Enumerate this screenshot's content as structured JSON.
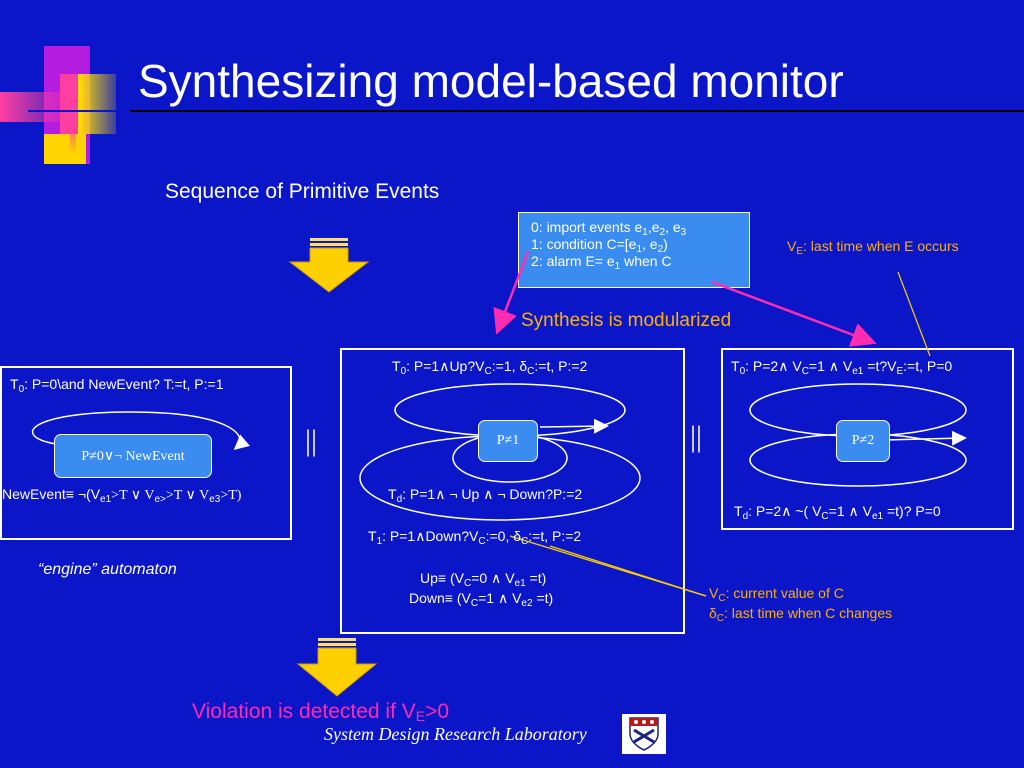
{
  "title": "Synthesizing model-based monitor",
  "subtitle": "Sequence of Primitive Events",
  "definition_box": {
    "line0_prefix": "0: import events e",
    "line0_sub1": "1",
    "line0_mid1": ",e",
    "line0_sub2": "2",
    "line0_mid2": ", e",
    "line0_sub3": "3",
    "line1_prefix": "1: condition C=[e",
    "line1_sub1": "1",
    "line1_mid": ", e",
    "line1_sub2": "2",
    "line1_suffix": ")",
    "line2_prefix": "2: alarm E= e",
    "line2_sub": "1",
    "line2_suffix": " when C"
  },
  "ve_note": {
    "prefix": "V",
    "sub": "E",
    "suffix": ": last time when E occurs"
  },
  "synthesis_note": "Synthesis is modularized",
  "engine": {
    "t0_prefix": "T",
    "t0_sub": "0",
    "t0_text": ": P=0\\and NewEvent? T:=t, P:=1",
    "state_label": "P≠0∨¬ NewEvent",
    "newevent_prefix": "NewEvent≡ ¬(V",
    "newevent_sub1": "e1",
    "newevent_mid1": ">T ∨ V",
    "newevent_sub2": "e>",
    "newevent_mid2": ">T ∨ V",
    "newevent_sub3": "e3",
    "newevent_suffix": ">T)",
    "caption": "“engine” automaton"
  },
  "parallel_symbol": "||",
  "condition": {
    "t0_prefix": "T",
    "t0_sub": "0",
    "t0_a": ": P=1∧Up?V",
    "t0_sub2": "C",
    "t0_b": ":=1, δ",
    "t0_sub3": "C",
    "t0_c": ":=t, P:=2",
    "state_label": "P≠1",
    "td_prefix": "T",
    "td_sub": "d",
    "td_text": ": P=1∧ ¬ Up ∧ ¬ Down?P:=2",
    "t1_prefix": "T",
    "t1_sub": "1",
    "t1_a": ": P=1∧Down?V",
    "t1_sub2": "C",
    "t1_b": ":=0, δ",
    "t1_sub3": "C",
    "t1_c": ":=t, P:=2",
    "up_a": "Up≡ (V",
    "up_sub1": "C",
    "up_b": "=0 ∧ V",
    "up_sub2": "e1",
    "up_c": " =t)",
    "down_a": "Down≡ (V",
    "down_sub1": "C",
    "down_b": "=1 ∧ V",
    "down_sub2": "e2",
    "down_c": " =t)"
  },
  "alarm": {
    "t0_prefix": "T",
    "t0_sub": "0",
    "t0_a": ": P=2∧ V",
    "t0_sub2": "C",
    "t0_b": "=1 ∧ V",
    "t0_sub3": "e1",
    "t0_c": " =t?V",
    "t0_sub4": "E",
    "t0_d": ":=t, P=0",
    "state_label": "P≠2",
    "td_prefix": "T",
    "td_sub": "d",
    "td_a": ": P=2∧ ~( V",
    "td_sub2": "C",
    "td_b": "=1 ∧ V",
    "td_sub3": "e1",
    "td_c": " =t)? P=0"
  },
  "vc_note": {
    "line1_prefix": "V",
    "line1_sub": "C",
    "line1_suffix": ": current value of C",
    "line2_prefix": "δ",
    "line2_sub": "C",
    "line2_suffix": ": last time when C changes"
  },
  "violation": {
    "prefix": "Violation is detected if V",
    "sub": "E",
    "suffix": ">0"
  },
  "footer": "System Design Research Laboratory",
  "colors": {
    "background": "#0A16C8",
    "box_fill": "#3A8CF0",
    "orange_text": "#FFB000",
    "magenta_text": "#FF2BB0",
    "arrow_yellow": "#FFD000"
  }
}
